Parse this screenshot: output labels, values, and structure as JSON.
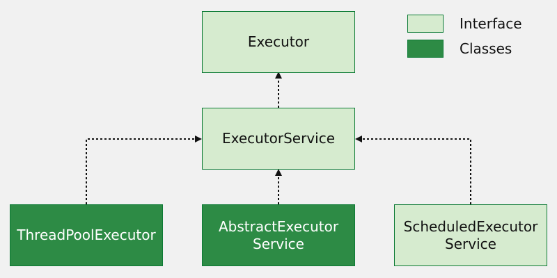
{
  "nodes": {
    "executor": {
      "label": "Executor",
      "kind": "interface"
    },
    "executor_service": {
      "label": "ExecutorService",
      "kind": "interface"
    },
    "thread_pool_executor": {
      "label": "ThreadPoolExecutor",
      "kind": "class"
    },
    "abstract_executor_service": {
      "label": "AbstractExecutor\nService",
      "kind": "class"
    },
    "scheduled_executor_service": {
      "label": "ScheduledExecutor\nService",
      "kind": "interface"
    }
  },
  "edges": [
    {
      "from": "executor_service",
      "to": "executor",
      "style": "dashed"
    },
    {
      "from": "thread_pool_executor",
      "to": "executor_service",
      "style": "dashed"
    },
    {
      "from": "abstract_executor_service",
      "to": "executor_service",
      "style": "dashed"
    },
    {
      "from": "scheduled_executor_service",
      "to": "executor_service",
      "style": "dashed"
    }
  ],
  "legend": {
    "interface_label": "Interface",
    "class_label": "Classes"
  },
  "colors": {
    "interface_fill": "#d6ebcf",
    "class_fill": "#2d8b45",
    "border": "#0b7a34",
    "arrow": "#111111",
    "background": "#f1f1f1"
  }
}
